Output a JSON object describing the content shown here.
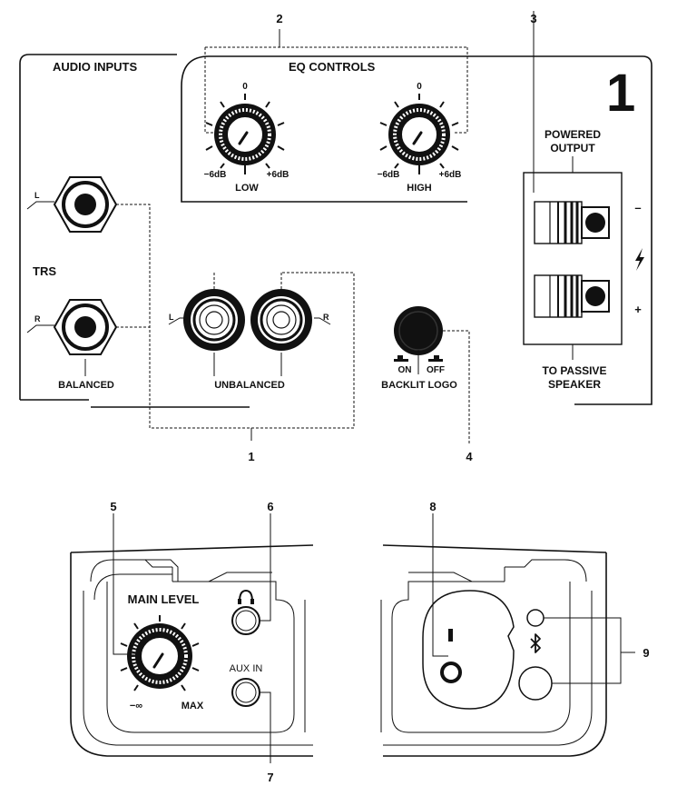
{
  "top_panel": {
    "model_number": "1",
    "audio_inputs_label": "AUDIO INPUTS",
    "eq_controls_label": "EQ CONTROLS",
    "low_knob": {
      "label": "LOW",
      "center": "0",
      "min": "−6dB",
      "max": "+6dB"
    },
    "high_knob": {
      "label": "HIGH",
      "center": "0",
      "min": "−6dB",
      "max": "+6dB"
    },
    "trs_label": "TRS",
    "trs_left_tag": "L",
    "trs_right_tag": "R",
    "balanced_label": "BALANCED",
    "rca_left_tag": "L",
    "rca_right_tag": "R",
    "unbalanced_label": "UNBALANCED",
    "backlit_on": "ON",
    "backlit_off": "OFF",
    "backlit_label": "BACKLIT LOGO",
    "powered_output_line1": "POWERED",
    "powered_output_line2": "OUTPUT",
    "terminal_minus": "–",
    "terminal_plus": "+",
    "passive_line1": "TO PASSIVE",
    "passive_line2": "SPEAKER"
  },
  "bottom_left_panel": {
    "main_level_label": "MAIN LEVEL",
    "min_label": "−∞",
    "max_label": "MAX",
    "aux_in_label": "AUX IN"
  },
  "callouts": {
    "c1": "1",
    "c2": "2",
    "c3": "3",
    "c4": "4",
    "c5": "5",
    "c6": "6",
    "c7": "7",
    "c8": "8",
    "c9": "9"
  }
}
